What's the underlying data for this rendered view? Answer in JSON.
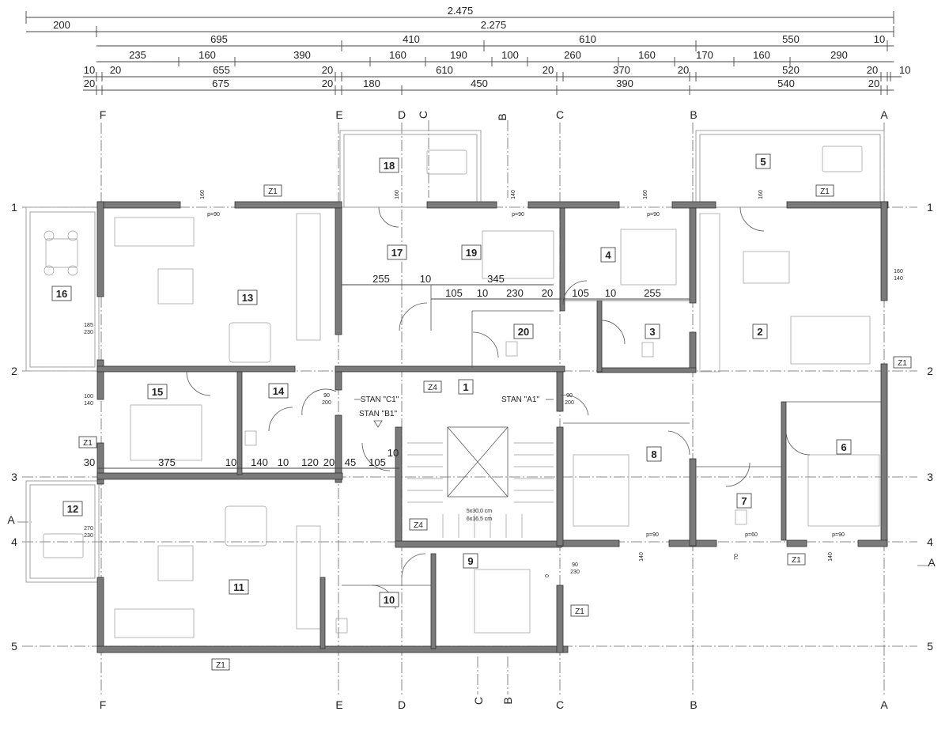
{
  "dimensions": {
    "row0": [
      "2.475"
    ],
    "row1": [
      "200",
      "2.275"
    ],
    "row2": [
      "695",
      "410",
      "610",
      "550",
      "10"
    ],
    "row3": [
      "235",
      "160",
      "390",
      "160",
      "190",
      "100",
      "260",
      "160",
      "170",
      "160",
      "290"
    ],
    "row4": [
      "10",
      "20",
      "655",
      "20",
      "610",
      "20",
      "370",
      "20",
      "520",
      "20",
      "10"
    ],
    "row5": [
      "20",
      "675",
      "20",
      "180",
      "450",
      "390",
      "540",
      "20"
    ]
  },
  "axes": {
    "columns": [
      "F",
      "E",
      "D",
      "C",
      "B",
      "A"
    ],
    "rows": [
      "1",
      "2",
      "3",
      "4",
      "5"
    ],
    "sections": [
      "C",
      "B",
      "A"
    ]
  },
  "rooms": [
    "1",
    "2",
    "3",
    "4",
    "5",
    "6",
    "7",
    "8",
    "9",
    "10",
    "11",
    "12",
    "13",
    "14",
    "15",
    "16",
    "17",
    "18",
    "19",
    "20"
  ],
  "labels": {
    "z1": "Z1",
    "z4": "Z4",
    "stan_c1": "STAN \"C1\"",
    "stan_b1": "STAN \"B1\"",
    "stan_a1": "STAN \"A1\"",
    "p90": "p=90",
    "p60": "p=60",
    "stairs1": "5x30,0 cm",
    "stairs2": "6x16,5 cm"
  },
  "inner_dims": {
    "d255a": "255",
    "d10a": "10",
    "d345": "345",
    "d105a": "105",
    "d10b": "10",
    "d230": "230",
    "d20a": "20",
    "d105b": "105",
    "d10c": "10",
    "d255b": "255",
    "d30": "30",
    "d375": "375",
    "d10d": "10",
    "d140": "140",
    "d10e": "10",
    "d120": "120",
    "d20b": "20",
    "d45": "45",
    "d105c": "105",
    "d10f": "10"
  },
  "openings": {
    "w160_140": "160",
    "w140": "140",
    "w100": "100",
    "w230": "230",
    "w185": "185",
    "w270": "270",
    "w90": "90",
    "w200": "200",
    "w70": "70",
    "w0": "0"
  }
}
